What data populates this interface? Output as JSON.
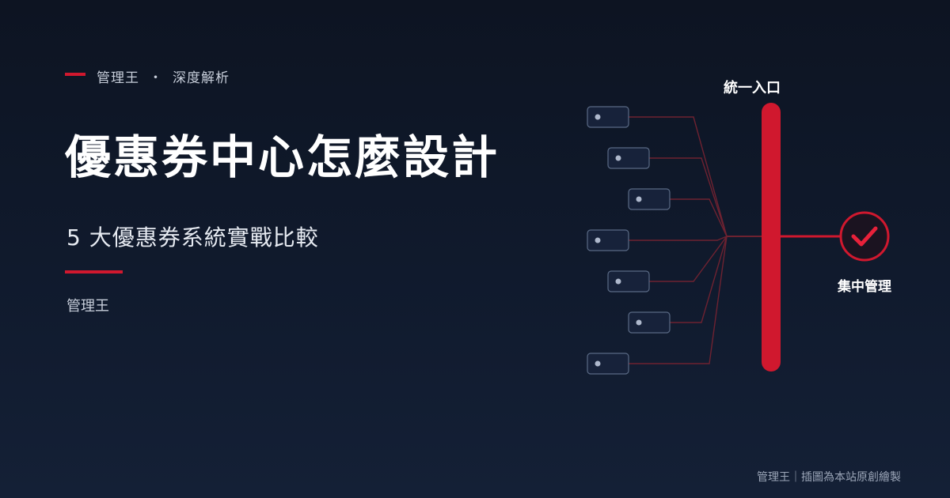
{
  "header": {
    "brand": "管理王",
    "separator": "・",
    "section": "深度解析"
  },
  "main": {
    "title": "優惠券中心怎麼設計",
    "subtitle": "5 大優惠券系統實戰比較",
    "author": "管理王"
  },
  "diagram": {
    "entry_label": "統一入口",
    "hub_label": "集中管理",
    "source_count": 7,
    "icons": {
      "hub": "check-circle-icon",
      "source": "source-node-icon"
    }
  },
  "footer": {
    "credit": "管理王｜插圖為本站原創繪製"
  },
  "colors": {
    "accent": "#d0182e",
    "background": "#0f1726",
    "node_border": "#5a6a85"
  }
}
